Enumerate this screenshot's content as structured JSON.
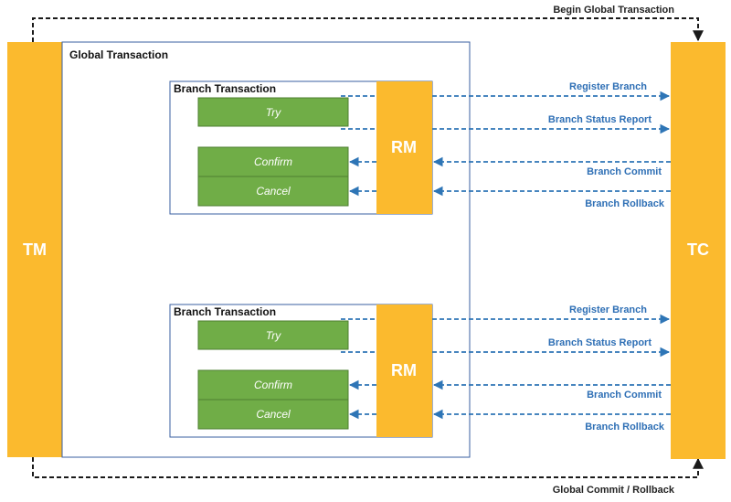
{
  "tm": {
    "label": "TM"
  },
  "tc": {
    "label": "TC"
  },
  "global_transaction": {
    "label": "Global Transaction"
  },
  "top_flow": {
    "label": "Begin Global Transaction"
  },
  "bottom_flow": {
    "label": "Global Commit / Rollback"
  },
  "branches": [
    {
      "title": "Branch Transaction",
      "rm": "RM",
      "try": "Try",
      "confirm": "Confirm",
      "cancel": "Cancel",
      "register": "Register Branch",
      "status_report": "Branch Status Report",
      "commit": "Branch Commit",
      "rollback": "Branch Rollback"
    },
    {
      "title": "Branch Transaction",
      "rm": "RM",
      "try": "Try",
      "confirm": "Confirm",
      "cancel": "Cancel",
      "register": "Register Branch",
      "status_report": "Branch Status Report",
      "commit": "Branch Commit",
      "rollback": "Branch Rollback"
    }
  ],
  "colors": {
    "orange": "#fbba2e",
    "green": "#70ad47",
    "blue_arrow": "#2e75b6",
    "black_line": "#1a1a1a",
    "frame": "#3a5fa0"
  }
}
